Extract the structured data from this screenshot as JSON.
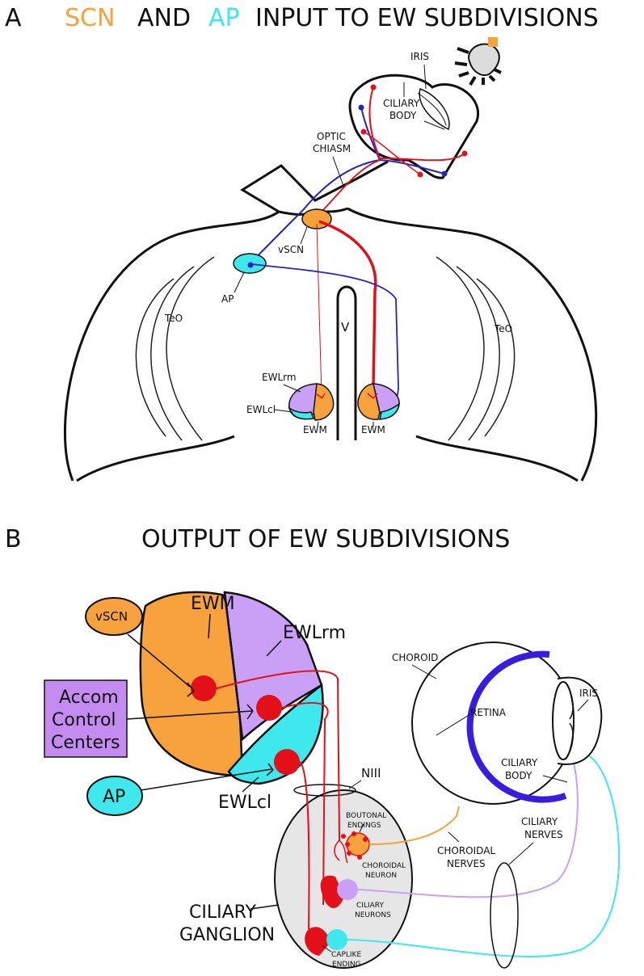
{
  "panel_a": {
    "letter": "A",
    "title_scn": "SCN",
    "title_and": "AND",
    "title_ap": "AP",
    "title_rest": "INPUT TO EW SUBDIVISIONS",
    "labels": {
      "iris": "IRIS",
      "ciliary_1": "CILIARY",
      "ciliary_2": "BODY",
      "optic_1": "OPTIC",
      "optic_2": "CHIASM",
      "vscn": "vSCN",
      "ap": "AP",
      "teo_left": "TeO",
      "teo_right": "TeO",
      "v": "V",
      "ewlrm": "EWLrm",
      "ewlcl": "EWLcl",
      "ewm_left": "EWM",
      "ewm_right": "EWM"
    }
  },
  "panel_b": {
    "letter": "B",
    "title": "OUTPUT OF EW SUBDIVISIONS",
    "labels": {
      "vscn": "vSCN",
      "accom_1": "Accom",
      "accom_2": "Control",
      "accom_3": "Centers",
      "ap": "AP",
      "ewm": "EWM",
      "ewlrm": "EWLrm",
      "ewlcl": "EWLcl",
      "niii": "NIII",
      "choroid": "CHOROID",
      "retina": "RETINA",
      "iris": "IRIS",
      "ciliary_body_1": "CILIARY",
      "ciliary_body_2": "BODY",
      "boutonal_1": "BOUTONAL",
      "boutonal_2": "ENDINGS",
      "choroidal_neuron_1": "CHOROIDAL",
      "choroidal_neuron_2": "NEURON",
      "ciliary_neurons_1": "CILIARY",
      "ciliary_neurons_2": "NEURONS",
      "caplike_1": "CAPLIKE",
      "caplike_2": "ENDING",
      "choroidal_nerves_1": "CHOROIDAL",
      "choroidal_nerves_2": "NERVES",
      "ciliary_nerves_1": "CILIARY",
      "ciliary_nerves_2": "NERVES",
      "ganglion_1": "CILIARY",
      "ganglion_2": "GANGLION"
    }
  },
  "colors": {
    "orange": "#F7A23C",
    "cyan": "#3EE8EC",
    "lavender": "#C9A0F5",
    "purple_box": "#C48BF0",
    "red": "#E3101A",
    "blue": "#2323C8",
    "retina_blue": "#3A1CE0",
    "ganglion_gray": "#E6E6E6"
  }
}
